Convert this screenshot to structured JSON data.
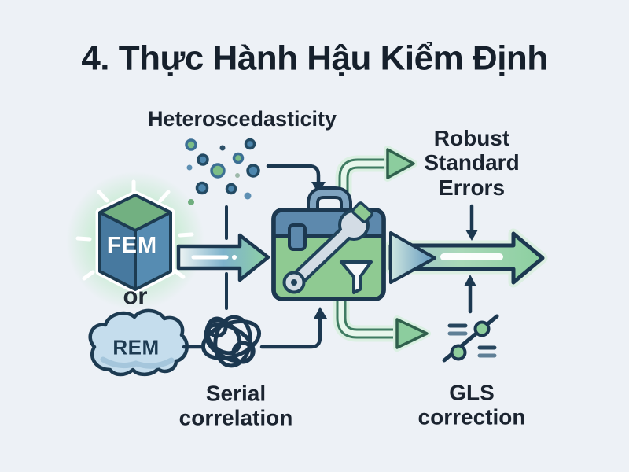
{
  "title": "4. Thực Hành Hậu Kiểm Định",
  "labels": {
    "heteroscedasticity": "Heteroscedasticity",
    "fem": "FEM",
    "or": "or",
    "rem": "REM",
    "serial": [
      "Serial",
      "correlation"
    ],
    "robust": [
      "Robust",
      "Standard",
      "Errors"
    ],
    "gls": [
      "GLS",
      "correction"
    ]
  },
  "icons": {
    "fem_cube": "cube-icon",
    "rem_cloud": "cloud-icon",
    "heteroscedasticity_dots": "scatter-dots-icon",
    "serial_tangle": "tangle-scribble-icon",
    "toolbox": "toolbox-icon",
    "wrench": "wrench-icon",
    "funnel": "funnel-icon",
    "gls_scatter_line": "scatter-line-icon",
    "flow_arrow": "big-right-arrow-icon",
    "robust_branch": "green-curved-arrow-icon",
    "gls_branch": "green-curved-arrow-icon"
  },
  "colors": {
    "background": "#edf1f6",
    "ink_outline": "#1c3850",
    "text": "#1b2430",
    "toolbox_lid_blue": "#5d89ad",
    "toolbox_body_green": "#8fca92",
    "cube_top_green": "#72b081",
    "cube_left_blue": "#47799f",
    "cube_right_blue": "#568cb2",
    "cloud_fill": "#c5dded",
    "wrench_silver": "#d3dce5",
    "green_arrow": "#8ccd9e",
    "green_glow": "#d8f0e0",
    "dot_blue": "#4d86ad",
    "dot_green": "#7cbd86"
  }
}
